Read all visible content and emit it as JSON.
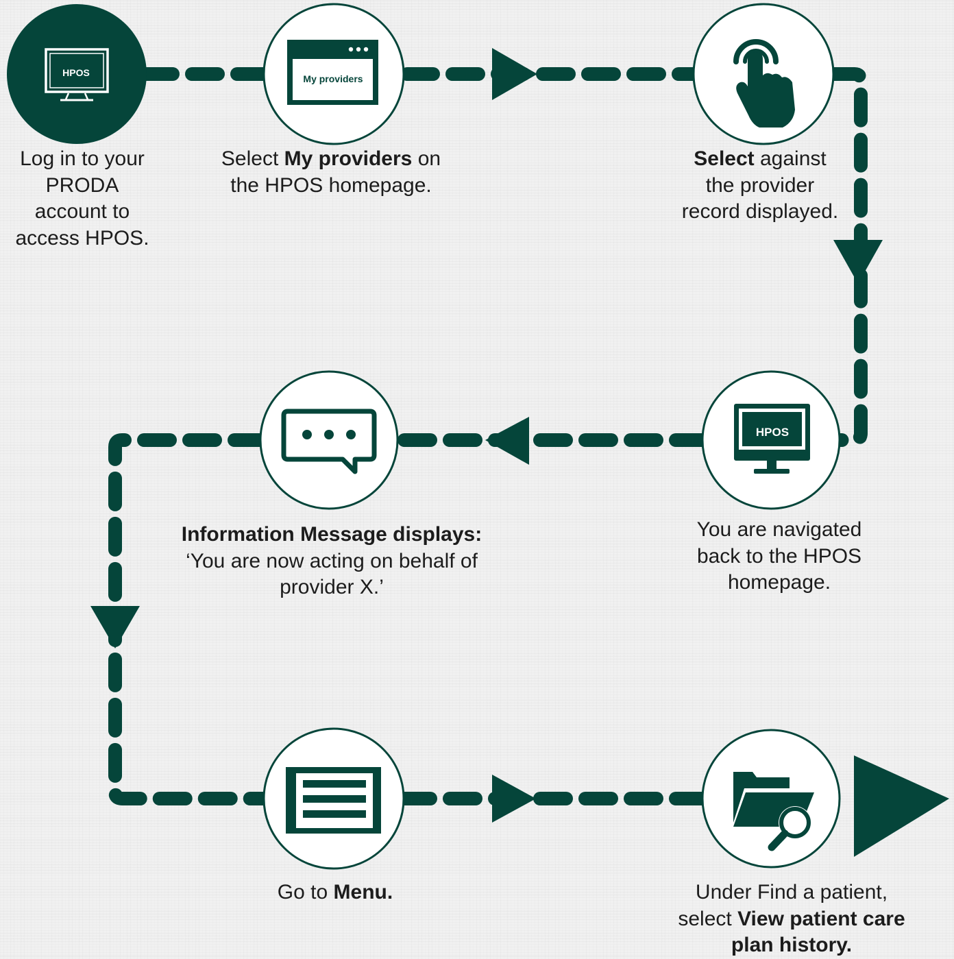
{
  "colors": {
    "primary": "#05453a",
    "node_fill": "#ffffff",
    "text": "#1c1c1c",
    "background": "#f1f1f1"
  },
  "steps": [
    {
      "icon": "monitor-icon",
      "icon_label": "HPOS",
      "caption": [
        "Log in to your",
        "PRODA",
        "account to",
        "access HPOS."
      ]
    },
    {
      "icon": "browser-window-icon",
      "icon_label": "My providers",
      "caption_pre": "Select ",
      "caption_bold": "My providers",
      "caption_post": " on",
      "caption_line2": "the HPOS homepage."
    },
    {
      "icon": "pointing-hand-icon",
      "caption_bold": "Select",
      "caption_post": " against",
      "caption_line2": "the provider",
      "caption_line3": "record displayed."
    },
    {
      "icon": "monitor-icon",
      "icon_label": "HPOS",
      "caption": [
        "You are navigated",
        "back to the HPOS",
        "homepage."
      ]
    },
    {
      "icon": "speech-bubble-icon",
      "caption_heading": "Information Message displays:",
      "caption": [
        "‘You are now acting on behalf of",
        "provider X.’"
      ]
    },
    {
      "icon": "menu-list-icon",
      "caption_pre": "Go to ",
      "caption_bold": "Menu."
    },
    {
      "icon": "folder-search-icon",
      "caption_line1": "Under Find a patient,",
      "caption_pre": "select ",
      "caption_bold": "View patient care",
      "caption_bold_line3": "plan history."
    }
  ]
}
